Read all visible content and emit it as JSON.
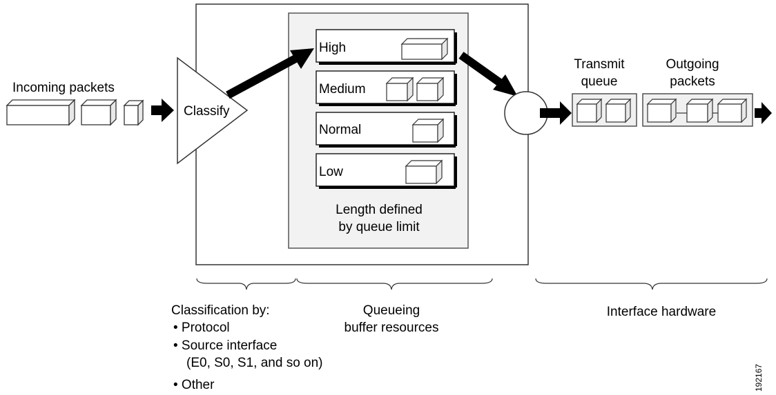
{
  "incoming": {
    "label": "Incoming packets"
  },
  "classifier": {
    "label": "Classify"
  },
  "queues": [
    {
      "label": "High"
    },
    {
      "label": "Medium"
    },
    {
      "label": "Normal"
    },
    {
      "label": "Low"
    }
  ],
  "queue_caption": {
    "line1": "Length defined",
    "line2": "by queue limit"
  },
  "transmit": {
    "line1": "Transmit",
    "line2": "queue"
  },
  "outgoing": {
    "line1": "Outgoing",
    "line2": "packets"
  },
  "braces": {
    "classification": {
      "title": "Classification by:",
      "items": [
        "• Protocol",
        "• Source interface",
        "(E0, S0, S1, and so on)",
        "• Other"
      ]
    },
    "queueing": {
      "line1": "Queueing",
      "line2": "buffer resources"
    },
    "hardware": {
      "label": "Interface hardware"
    }
  },
  "figure_id": "192167",
  "colors": {
    "stroke": "#222222",
    "box_face": "#ffffff",
    "box_side": "#e9e9e9",
    "panel_fill": "#f0f0f0",
    "arrow": "#000000"
  }
}
